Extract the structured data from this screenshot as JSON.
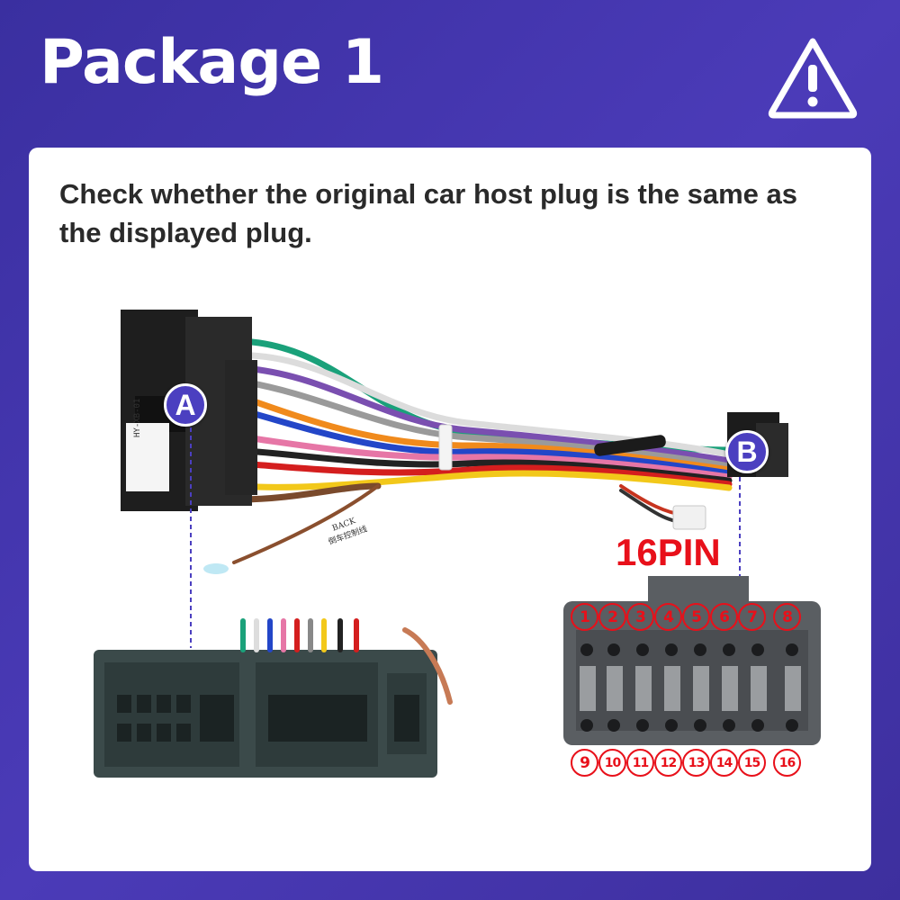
{
  "header": {
    "title": "Package 1",
    "icon": "warning-icon"
  },
  "instruction": "Check whether the original car host plug is the same as the displayed plug.",
  "labels": {
    "connector_a": "A",
    "connector_b": "B",
    "pin_count": "16PIN"
  },
  "harness": {
    "tag_text": "HY-XB-01",
    "back_label": "BACK",
    "back_label_cn": "倒车控制线"
  },
  "pins_top": [
    "1",
    "2",
    "3",
    "4",
    "5",
    "6",
    "7",
    "8"
  ],
  "pins_bottom": [
    "9",
    "10",
    "11",
    "12",
    "13",
    "14",
    "15",
    "16"
  ],
  "colors": {
    "accent": "#4b3bb8",
    "pin_red": "#e8101a",
    "badge": "#4b3fc0"
  }
}
